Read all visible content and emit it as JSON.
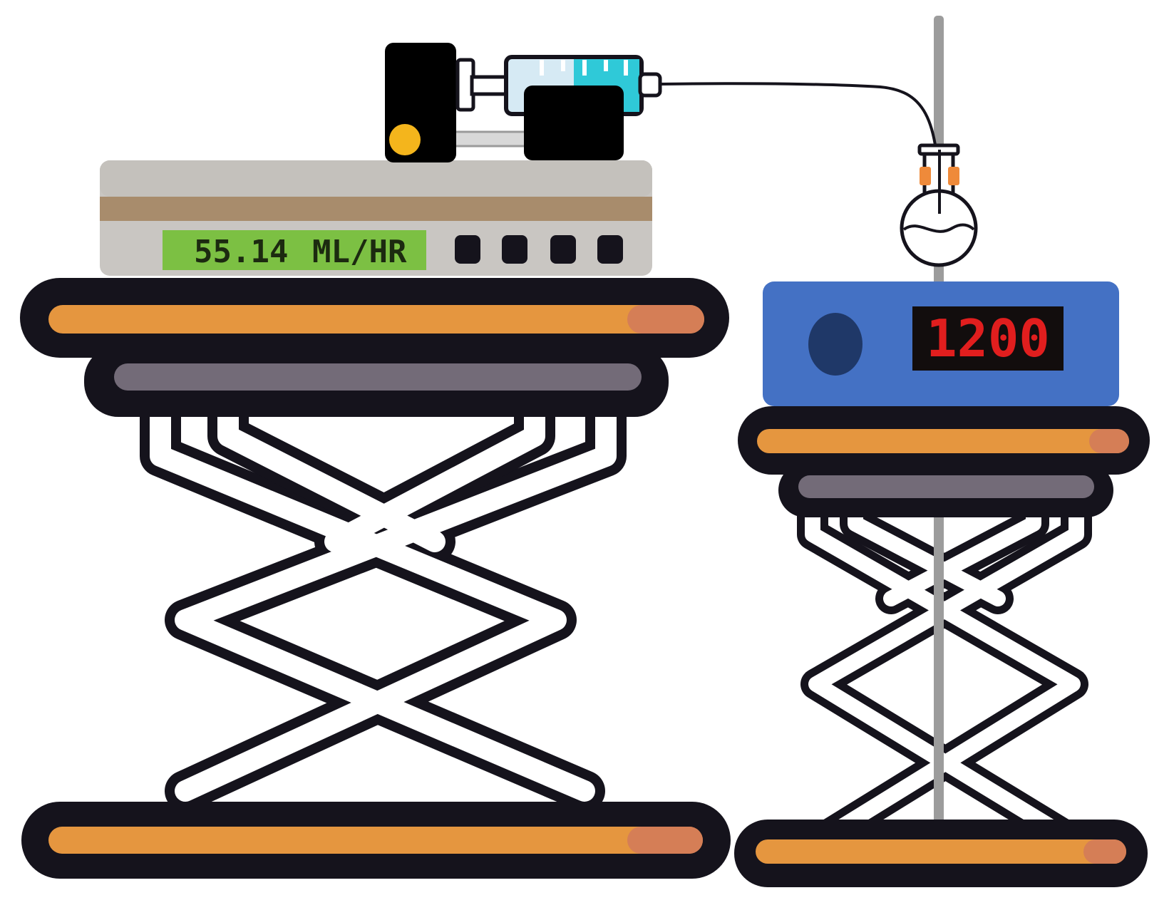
{
  "pump": {
    "rate_value": "55.14",
    "rate_unit": "ML/HR"
  },
  "hotplate": {
    "display_value": "1200"
  },
  "colors": {
    "outline": "#15131c",
    "table_top": "#e5963f",
    "table_top_end": "#d57e56",
    "table_shelf": "#736b78",
    "pump_body": "#c9c6c2",
    "pump_stripe": "#a88c6c",
    "pump_lcd": "#7cc043",
    "pump_lcd_text": "#1c2a10",
    "syringe_light": "#d6eaf4",
    "syringe_liquid": "#2fc9d8",
    "indicator_light": "#f4b51c",
    "hotplate_body": "#4471c4",
    "hotplate_knob": "#1f3868",
    "hotplate_display": "#120d0d",
    "hotplate_text": "#e11e1e",
    "clamp": "#ef8a3a",
    "stand_rod": "#9c9c9c"
  }
}
